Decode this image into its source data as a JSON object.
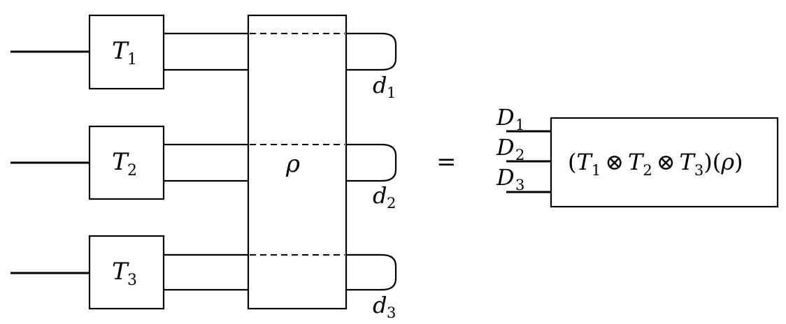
{
  "diagram": {
    "left": {
      "channels": [
        {
          "label": "T",
          "sub": "1"
        },
        {
          "label": "T",
          "sub": "2"
        },
        {
          "label": "T",
          "sub": "3"
        }
      ],
      "state_label": "ρ",
      "outputs": [
        {
          "label": "d",
          "sub": "1"
        },
        {
          "label": "d",
          "sub": "2"
        },
        {
          "label": "d",
          "sub": "3"
        }
      ]
    },
    "equals": "=",
    "right": {
      "inputs": [
        {
          "label": "D",
          "sub": "1"
        },
        {
          "label": "D",
          "sub": "2"
        },
        {
          "label": "D",
          "sub": "3"
        }
      ],
      "box_text": {
        "open": "(",
        "t1": "T",
        "t1_sub": "1",
        "otimes1": "⊗",
        "t2": "T",
        "t2_sub": "2",
        "otimes2": "⊗",
        "t3": "T",
        "t3_sub": "3",
        "close": ")(",
        "rho": "ρ",
        "end": ")"
      }
    }
  }
}
